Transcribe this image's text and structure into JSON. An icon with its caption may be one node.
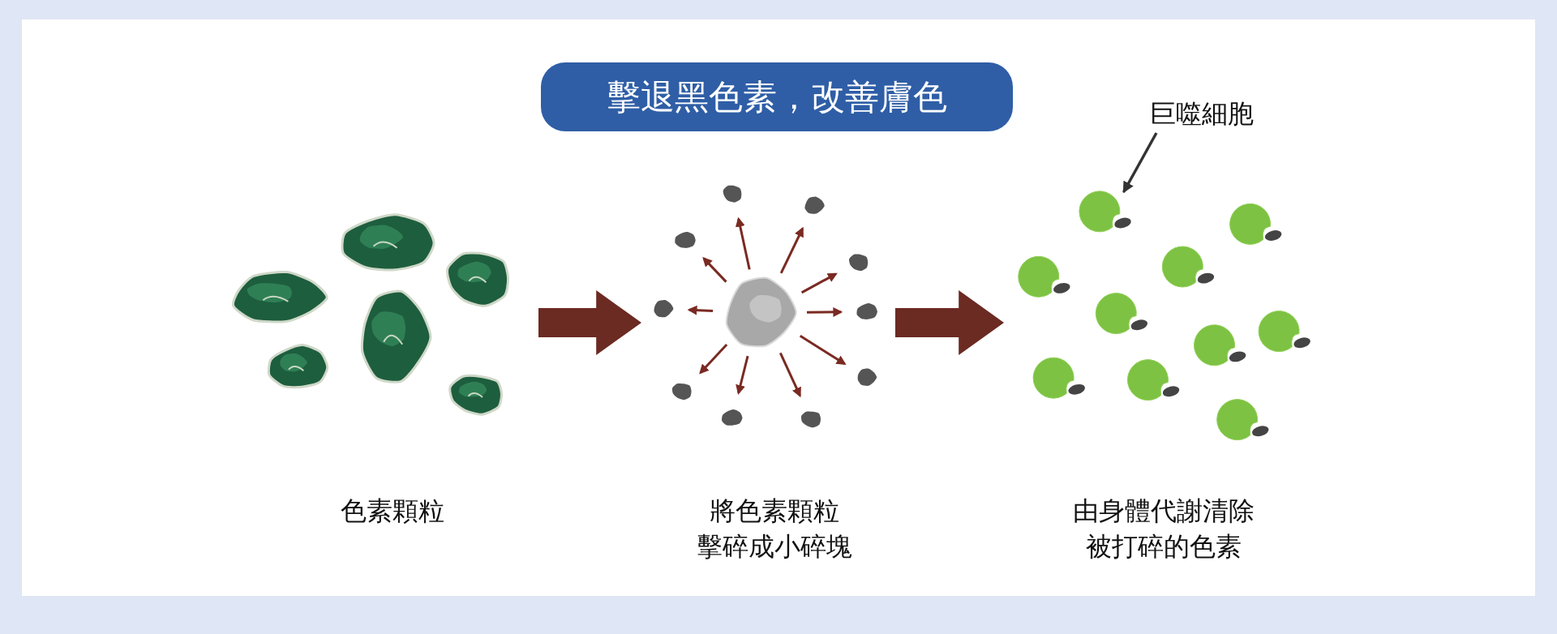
{
  "diagram": {
    "title": "擊退黑色素，改善膚色",
    "nodes": [
      {
        "text": [],
        "shape": "picture",
        "beside": [
          "色素顆粒"
        ]
      },
      {
        "text": [],
        "shape": "picture",
        "beside": [
          "將色素顆粒擊碎成小碎塊"
        ]
      },
      {
        "text": [],
        "shape": "picture",
        "beside": [
          "由身體代謝清除被打碎的色素"
        ]
      },
      {
        "text": [
          "巨噬細胞"
        ]
      },
      {
        "text": [],
        "shape": "picture",
        "in": 2
      }
    ],
    "edges": [
      {
        "from": 0,
        "to": 1,
        "arrow": "to",
        "style": "thick",
        "color": "#6b2a22"
      },
      {
        "from": 1,
        "to": 2,
        "arrow": "to",
        "style": "thick",
        "color": "#6b2a22"
      },
      {
        "from": 3,
        "to": 4,
        "arrow": "to"
      }
    ]
  }
}
